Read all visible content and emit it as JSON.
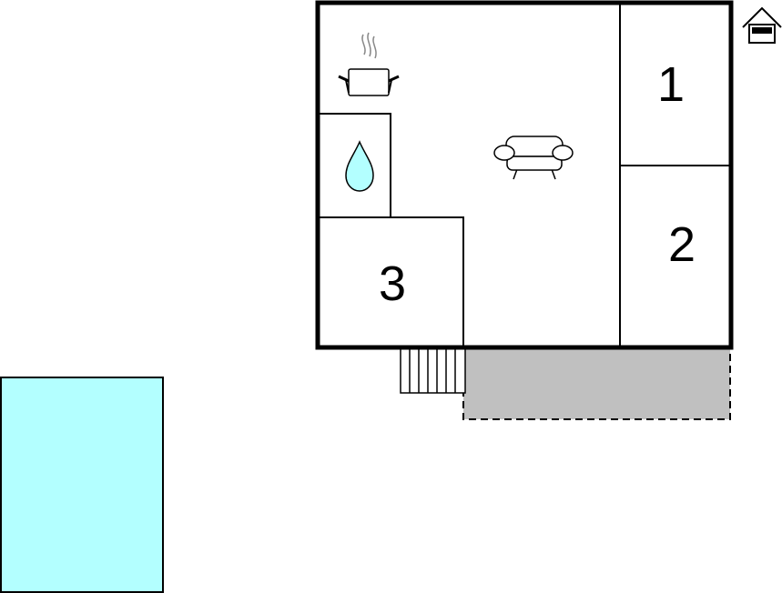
{
  "floor_plan": {
    "rooms": [
      {
        "id": "bedroom-1",
        "label": "1"
      },
      {
        "id": "bedroom-2",
        "label": "2"
      },
      {
        "id": "bedroom-3",
        "label": "3"
      }
    ],
    "icons": {
      "kitchen": "cooking-pot-icon",
      "bathroom": "water-drop-icon",
      "living_room": "sofa-icon",
      "house": "house-icon"
    },
    "colors": {
      "walls": "#000000",
      "pool": "#b3ffff",
      "terrace": "#c0c0c0",
      "water_drop": "#b3ffff"
    }
  }
}
